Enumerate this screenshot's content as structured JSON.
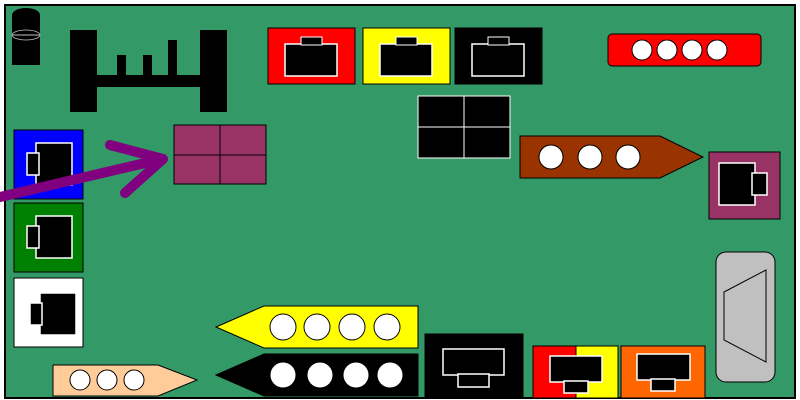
{
  "colors": {
    "board": "#339966",
    "outline": "#000000",
    "port_red": "#ff0000",
    "port_yellow": "#ffff00",
    "port_black": "#000000",
    "port_blue": "#0000ff",
    "port_green": "#008000",
    "port_white": "#ffffff",
    "port_orange": "#ff6600",
    "port_brown": "#993300",
    "port_maroon": "#993366",
    "port_peach": "#ffcc99",
    "port_gray": "#c0c0c0",
    "arrow_purple": "#800080"
  },
  "components": {
    "audio_jack": {
      "icon": "audio-jack-icon"
    },
    "heatsink": {
      "icon": "heatsink-icon"
    },
    "top_ports": [
      {
        "color": "red",
        "icon": "ps2-port-icon"
      },
      {
        "color": "yellow",
        "icon": "ps2-port-icon"
      },
      {
        "color": "black",
        "icon": "ps2-port-icon"
      }
    ],
    "quad_black": {
      "icon": "usb-quad-icon"
    },
    "quad_maroon": {
      "icon": "usb-quad-icon",
      "highlighted": true
    },
    "red_connector": {
      "holes": 4,
      "icon": "pin-header-icon"
    },
    "brown_connector": {
      "holes": 3,
      "icon": "pin-header-icon"
    },
    "yellow_connector": {
      "holes": 4,
      "icon": "pin-header-icon"
    },
    "black_connector": {
      "holes": 4,
      "icon": "pin-header-icon"
    },
    "peach_connector": {
      "holes": 3,
      "icon": "pin-header-icon"
    },
    "left_ports": [
      {
        "color": "blue",
        "icon": "ethernet-port-icon"
      },
      {
        "color": "green",
        "icon": "ethernet-port-icon"
      },
      {
        "color": "white",
        "icon": "ethernet-port-icon"
      }
    ],
    "maroon_port": {
      "icon": "ethernet-port-icon"
    },
    "bottom_ports": [
      {
        "color": "black",
        "icon": "video-port-icon"
      },
      {
        "color": "red-yellow",
        "icon": "video-port-icon"
      },
      {
        "color": "orange",
        "icon": "video-port-icon"
      }
    ],
    "vga_port": {
      "icon": "vga-port-icon"
    },
    "pointer": {
      "icon": "arrow-icon",
      "color": "purple"
    }
  }
}
